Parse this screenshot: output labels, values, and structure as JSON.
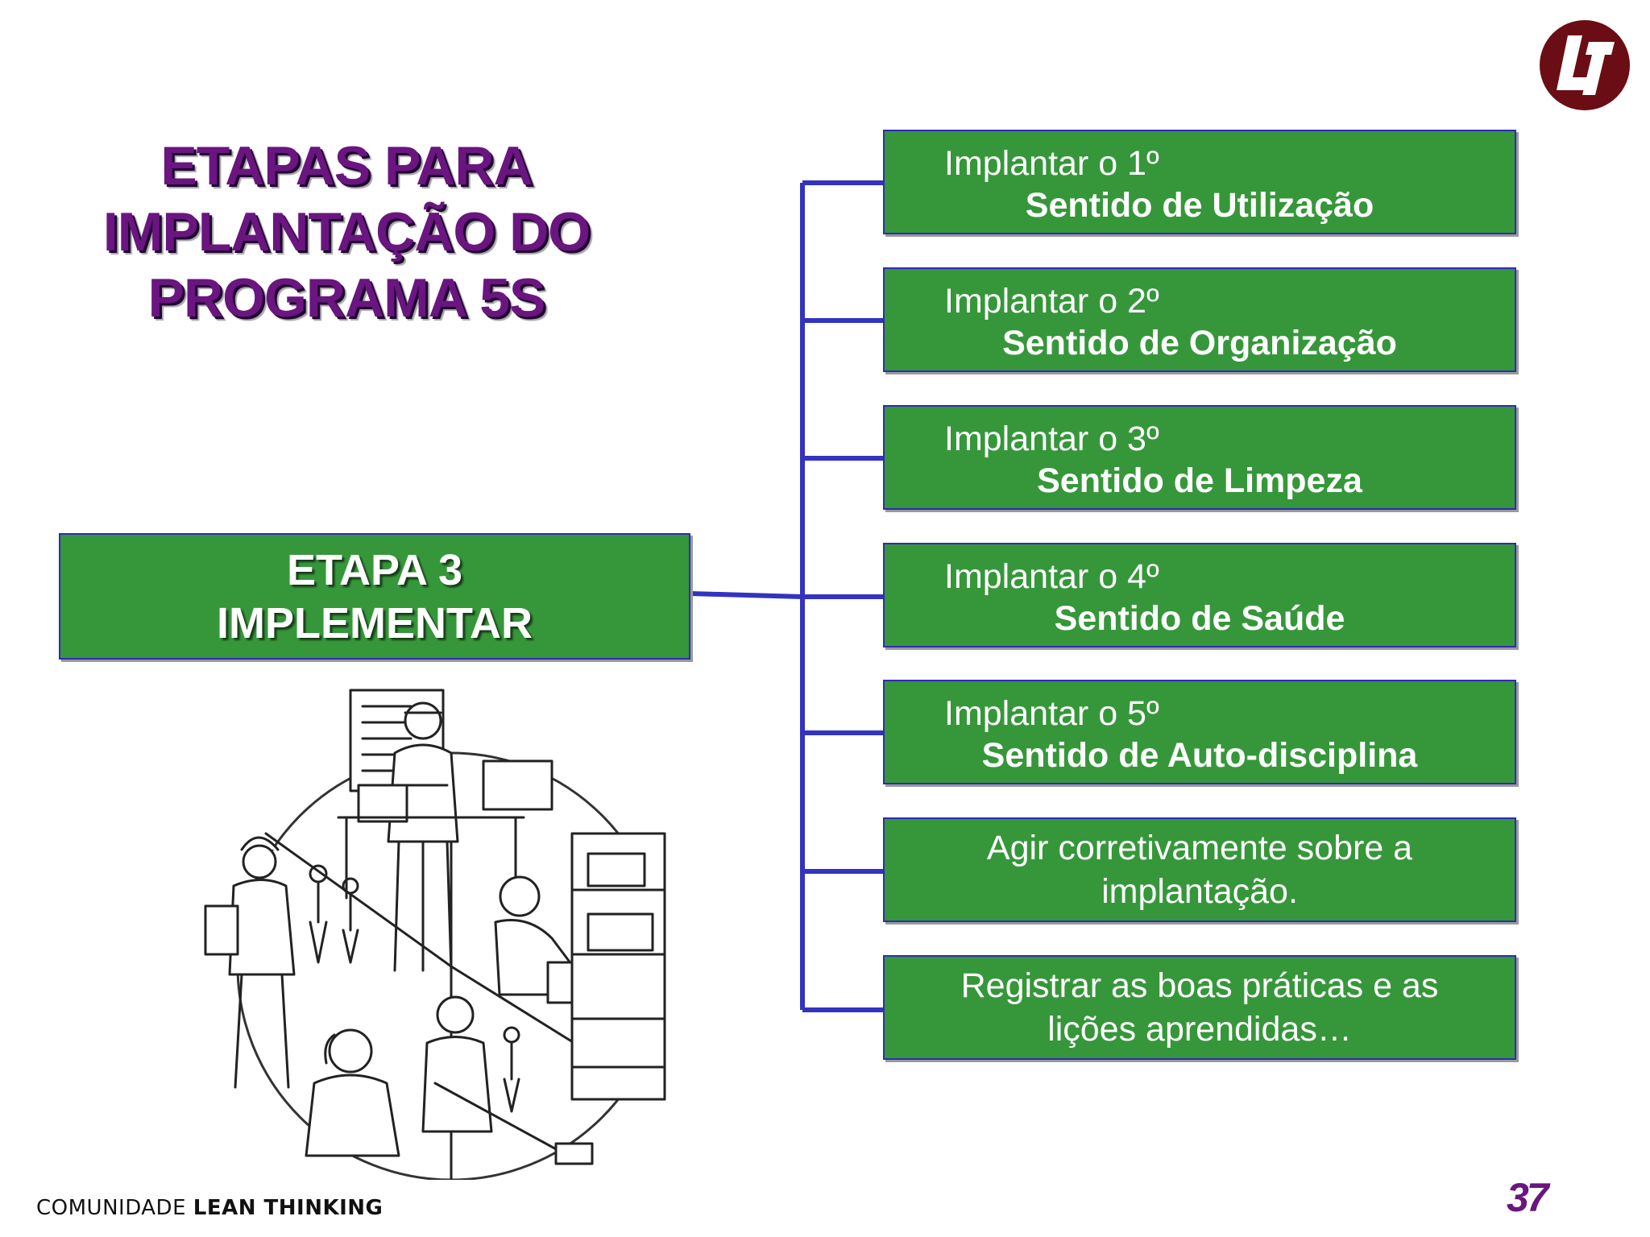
{
  "title": {
    "line1": "ETAPAS PARA",
    "line2": "IMPLANTAÇÃO DO",
    "line3": "PROGRAMA 5S"
  },
  "etapa": {
    "line1": "ETAPA 3",
    "line2": "IMPLEMENTAR"
  },
  "steps": [
    {
      "line1": "Implantar o 1º",
      "line2": "Sentido de Utilização"
    },
    {
      "line1": "Implantar o 2º",
      "line2": "Sentido de Organização"
    },
    {
      "line1": "Implantar o 3º",
      "line2": "Sentido de Limpeza"
    },
    {
      "line1": "Implantar o 4º",
      "line2": "Sentido de Saúde"
    },
    {
      "line1": "Implantar o 5º",
      "line2": "Sentido de Auto-disciplina"
    },
    {
      "line1": "Agir corretivamente sobre a",
      "line2": "implantação."
    },
    {
      "line1": "Registrar as boas práticas e as",
      "line2": "lições aprendidas…"
    }
  ],
  "footer": {
    "prefix": "COMUNIDADE ",
    "bold": "LEAN THINKING"
  },
  "page_number": "37",
  "colors": {
    "box_green": "#36973a",
    "connector_blue": "#3333c0",
    "title_purple": "#6a1580",
    "logo_maroon": "#6b0d14"
  },
  "icons": {
    "logo": "lean-institute-logo-icon",
    "illustration": "5s-workers-circle-illustration"
  }
}
